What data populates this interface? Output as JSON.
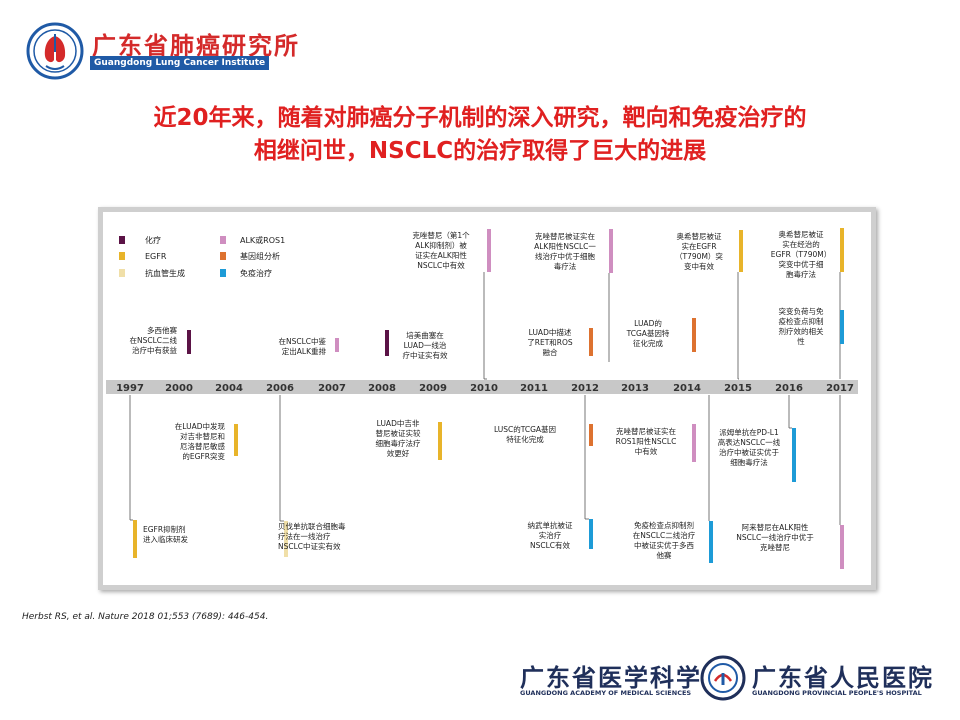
{
  "header": {
    "institute_cn": "广东省肺癌研究所",
    "institute_en": "Guangdong Lung Cancer Institute"
  },
  "title": {
    "line1": "近20年来，随着对肺癌分子机制的深入研究，靶向和免疫治疗的",
    "line2": "相继问世，NSCLC的治疗取得了巨大的进展"
  },
  "colors": {
    "chemo": "#5b1346",
    "egfr": "#e8b42a",
    "angio": "#f0dfa8",
    "alk_ros1": "#cf8ec0",
    "genomic": "#dd7230",
    "immuno": "#1d9bd7",
    "title": "#e02020",
    "axis": "#c8c8c8"
  },
  "legend": [
    {
      "key": "chemo",
      "label": "化疗"
    },
    {
      "key": "egfr",
      "label": "EGFR"
    },
    {
      "key": "angio",
      "label": "抗血管生成"
    },
    {
      "key": "alk_ros1",
      "label": "ALK或ROS1"
    },
    {
      "key": "genomic",
      "label": "基因组分析"
    },
    {
      "key": "immuno",
      "label": "免疫治疗"
    }
  ],
  "years": [
    "1997",
    "2000",
    "2004",
    "2006",
    "2007",
    "2008",
    "2009",
    "2010",
    "2011",
    "2012",
    "2013",
    "2014",
    "2015",
    "2016",
    "2017"
  ],
  "events": [
    {
      "id": "docetaxel",
      "year": "2000",
      "category": "chemo",
      "side": "above",
      "lines": [
        "多西他赛",
        "在NSCLC二线",
        "治疗中有获益"
      ]
    },
    {
      "id": "egfr-mut",
      "year": "2004",
      "category": "egfr",
      "side": "below",
      "lines": [
        "在LUAD中发现",
        "对吉非替尼和",
        "厄洛替尼敏感",
        "的EGFR突变"
      ]
    },
    {
      "id": "egfr-tki",
      "year": "1997",
      "category": "egfr",
      "side": "below",
      "lines": [
        "EGFR抑制剂",
        "进入临床研发"
      ]
    },
    {
      "id": "alk",
      "year": "2007",
      "category": "alk_ros1",
      "side": "above",
      "lines": [
        "在NSCLC中鉴",
        "定出ALK重排"
      ]
    },
    {
      "id": "bevacizumab",
      "year": "2006",
      "category": "angio",
      "side": "below",
      "lines": [
        "贝伐单抗联合细胞毒",
        "疗法在一线治疗",
        "NSCLC中证实有效"
      ]
    },
    {
      "id": "pemetrexed",
      "year": "2008",
      "category": "chemo",
      "side": "above",
      "lines": [
        "培美曲塞在",
        "LUAD一线治",
        "疗中证实有效"
      ]
    },
    {
      "id": "gefitinib-luad",
      "year": "2009",
      "category": "egfr",
      "side": "below",
      "lines": [
        "LUAD中吉非",
        "替尼被证实较",
        "细胞毒疗法疗",
        "效更好"
      ]
    },
    {
      "id": "crizotinib-first",
      "year": "2010",
      "category": "alk_ros1",
      "side": "above",
      "lines": [
        "克唑替尼（第1个",
        "ALK抑制剂）被",
        "证实在ALK阳性",
        "NSCLC中有效"
      ]
    },
    {
      "id": "luad-ret-ros",
      "year": "2012",
      "category": "genomic",
      "side": "above",
      "lines": [
        "LUAD中描述",
        "了RET和ROS",
        "融合"
      ]
    },
    {
      "id": "crizotinib-first-line",
      "year": "2012",
      "category": "alk_ros1",
      "side": "above",
      "lines": [
        "克唑替尼被证实在",
        "ALK阳性NSCLC一",
        "线治疗中优于细胞",
        "毒疗法"
      ]
    },
    {
      "id": "lusc-tcga",
      "year": "2012",
      "category": "genomic",
      "side": "below",
      "lines": [
        "LUSC的TCGA基因",
        "特征化完成"
      ]
    },
    {
      "id": "nivolumab",
      "year": "2012",
      "category": "immuno",
      "side": "below",
      "lines": [
        "纳武单抗被证",
        "实治疗",
        "NSCLC有效"
      ]
    },
    {
      "id": "luad-tcga",
      "year": "2014",
      "category": "genomic",
      "side": "above",
      "lines": [
        "LUAD的",
        "TCGA基因特",
        "征化完成"
      ]
    },
    {
      "id": "osimertinib-t790m",
      "year": "2015",
      "category": "egfr",
      "side": "above",
      "lines": [
        "奥希替尼被证",
        "实在EGFR",
        "（T790M）突",
        "变中有效"
      ]
    },
    {
      "id": "crizotinib-ros1",
      "year": "2014",
      "category": "alk_ros1",
      "side": "below",
      "lines": [
        "克唑替尼被证实在",
        "ROS1阳性NSCLC",
        "中有效"
      ]
    },
    {
      "id": "ici-first-line",
      "year": "2014",
      "category": "immuno",
      "side": "below",
      "lines": [
        "免疫检查点抑制剂",
        "在NSCLC二线治疗",
        "中被证实优于多西",
        "他赛"
      ]
    },
    {
      "id": "pembrolizumab",
      "year": "2016",
      "category": "immuno",
      "side": "below",
      "lines": [
        "派姆单抗在PD-L1",
        "高表达NSCLC一线",
        "治疗中被证实优于",
        "细胞毒疗法"
      ]
    },
    {
      "id": "osimertinib-superior",
      "year": "2017",
      "category": "egfr",
      "side": "above",
      "lines": [
        "奥希替尼被证",
        "实在经治的",
        "EGFR（T790M）",
        "突变中优于细",
        "胞毒疗法"
      ]
    },
    {
      "id": "tmb",
      "year": "2017",
      "category": "immuno",
      "side": "above",
      "lines": [
        "突变负荷与免",
        "疫检查点抑制",
        "剂疗效的相关",
        "性"
      ]
    },
    {
      "id": "alectinib",
      "year": "2017",
      "category": "alk_ros1",
      "side": "below",
      "lines": [
        "阿来替尼在ALK阳性",
        "NSCLC一线治疗中优于",
        "克唑替尼"
      ]
    }
  ],
  "reference": "Herbst RS, et al. Nature 2018 01;553 (7689): 446-454.",
  "footer": {
    "left_cn": "广东省医学科学院",
    "left_en": "GUANGDONG ACADEMY OF MEDICAL SCIENCES",
    "right_cn": "广东省人民医院",
    "right_en": "GUANGDONG PROVINCIAL PEOPLE'S HOSPITAL"
  }
}
